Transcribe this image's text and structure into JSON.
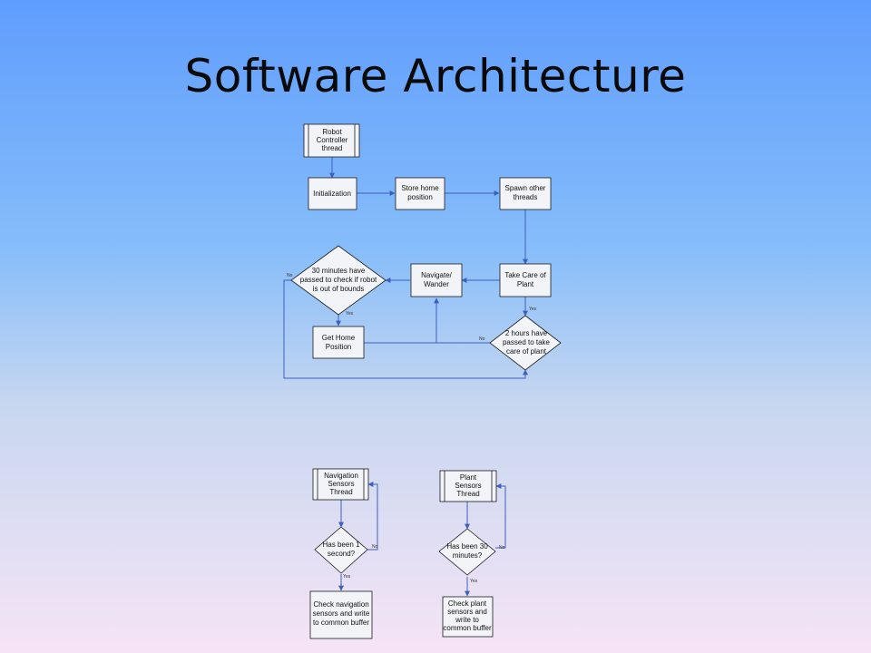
{
  "slide": {
    "title": "Software Architecture"
  },
  "nodes": {
    "robot_controller": [
      "Robot",
      "Controller",
      "thread"
    ],
    "initialization": [
      "Initialization"
    ],
    "store_home": [
      "Store home",
      "position"
    ],
    "spawn_threads": [
      "Spawn other",
      "threads"
    ],
    "take_care": [
      "Take Care of",
      "Plant"
    ],
    "navigate": [
      "Navigate/",
      "Wander"
    ],
    "check_bounds": [
      "30 minutes have",
      "passed to check if robot",
      "is out of bounds"
    ],
    "get_home": [
      "Get Home",
      "Position"
    ],
    "two_hours": [
      "2 hours have",
      "passed to take",
      "care of plant"
    ],
    "nav_thread": [
      "Navigation",
      "Sensors",
      "Thread"
    ],
    "one_second": [
      "Has been 1",
      "second?"
    ],
    "check_nav": [
      "Check navigation",
      "sensors and write",
      "to common buffer"
    ],
    "plant_thread": [
      "Plant",
      "Sensors",
      "Thread"
    ],
    "thirty_min": [
      "Has been 30",
      "minutes?"
    ],
    "check_plant": [
      "Check plant",
      "sensors and",
      "write to",
      "common buffer"
    ]
  },
  "edge_labels": {
    "yes": "Yes",
    "no": "No"
  }
}
